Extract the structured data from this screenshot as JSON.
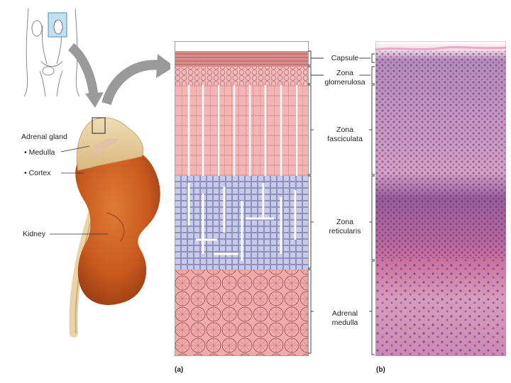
{
  "left_figure": {
    "labels": {
      "adrenal_gland": "Adrenal gland",
      "medulla": "• Medulla",
      "cortex": "• Cortex",
      "kidney": "Kidney"
    }
  },
  "zones": {
    "capsule": "Capsule",
    "glomerulosa_1": "Zona",
    "glomerulosa_2": "glomerulosa",
    "fasciculata_1": "Zona",
    "fasciculata_2": "fasciculata",
    "reticularis_1": "Zona",
    "reticularis_2": "reticularis",
    "medulla_1": "Adrenal",
    "medulla_2": "medulla"
  },
  "panels": {
    "a": "(a)",
    "b": "(b)"
  },
  "colors": {
    "capsule": "#d98c8c",
    "cortex_pink": "#f2b4b4",
    "reticularis_purple": "#c8c8e8",
    "medulla_pink": "#f0a8a8",
    "kidney": "#c8581e",
    "adrenal": "#e8cfa0",
    "arrow": "#9a9a9a"
  }
}
